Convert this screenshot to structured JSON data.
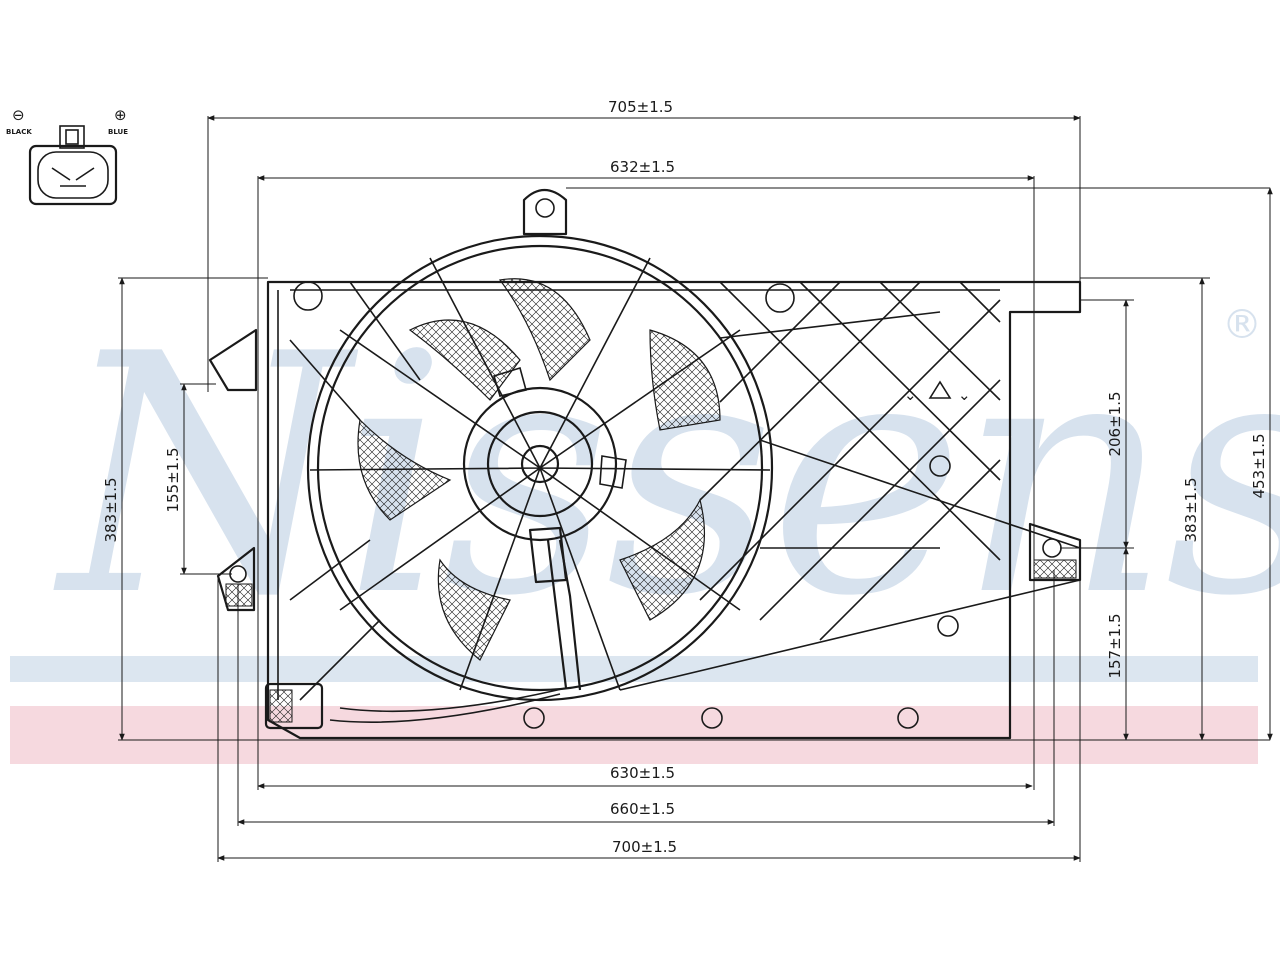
{
  "watermark": {
    "brand": "Nissens",
    "registered_mark": "®",
    "band_blue": "#dce6f0",
    "band_pink": "#f6d9df"
  },
  "connector": {
    "pin_left_label": "BLACK",
    "pin_right_label": "BLUE",
    "pin_left_symbol": "⊖",
    "pin_right_symbol": "⊕"
  },
  "dimensions": {
    "top_outer": "705±1.5",
    "top_inner": "632±1.5",
    "bottom_inner": "630±1.5",
    "bottom_mid": "660±1.5",
    "bottom_outer": "700±1.5",
    "left_outer": "383±1.5",
    "left_inner": "155±1.5",
    "right_upper": "206±1.5",
    "right_lower": "157±1.5",
    "right_mid": "383±1.5",
    "right_outer": "453±1.5"
  },
  "colors": {
    "line": "#1a1a1a",
    "background": "#ffffff"
  }
}
